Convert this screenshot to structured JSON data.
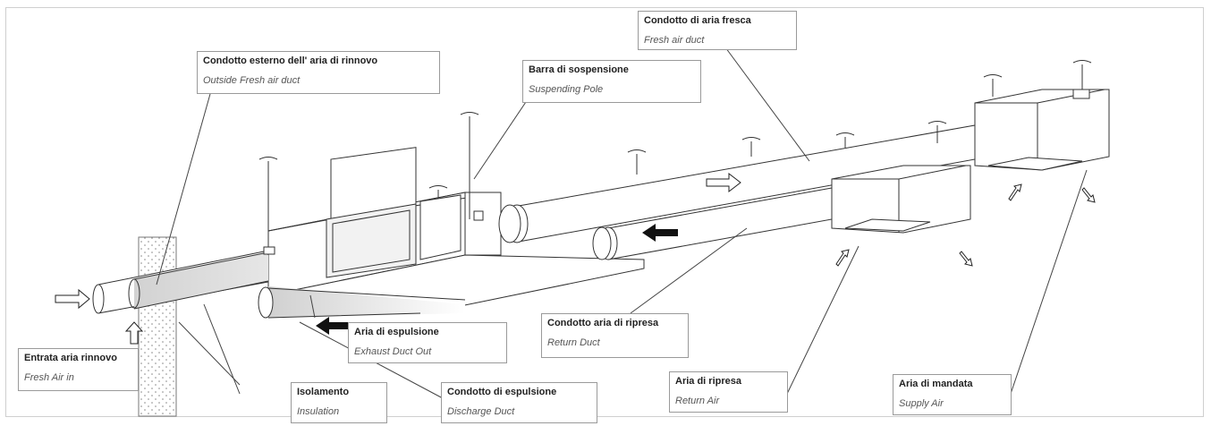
{
  "labels": {
    "fresh_air_duct": {
      "it": "Condotto di aria fresca",
      "en": "Fresh air duct"
    },
    "outside_fresh_air_duct": {
      "it": "Condotto esterno dell' aria di rinnovo",
      "en": "Outside Fresh air duct"
    },
    "suspending_pole": {
      "it": "Barra di sospensione",
      "en": "Suspending Pole"
    },
    "exhaust_duct_out": {
      "it": "Aria di espulsione",
      "en": "Exhaust Duct Out"
    },
    "return_duct": {
      "it": "Condotto aria di ripresa",
      "en": "Return Duct"
    },
    "fresh_air_in": {
      "it": "Entrata aria rinnovo",
      "en": "Fresh Air in"
    },
    "insulation": {
      "it": "Isolamento",
      "en": "Insulation"
    },
    "discharge_duct": {
      "it": "Condotto di espulsione",
      "en": "Discharge Duct"
    },
    "return_air": {
      "it": "Aria di ripresa",
      "en": "Return Air"
    },
    "supply_air": {
      "it": "Aria di mandata",
      "en": "Supply Air"
    }
  },
  "colors": {
    "line": "#333333",
    "box_border": "#9a9a9a",
    "insulation": "#d6d6d6",
    "arrow_solid": "#111111"
  }
}
